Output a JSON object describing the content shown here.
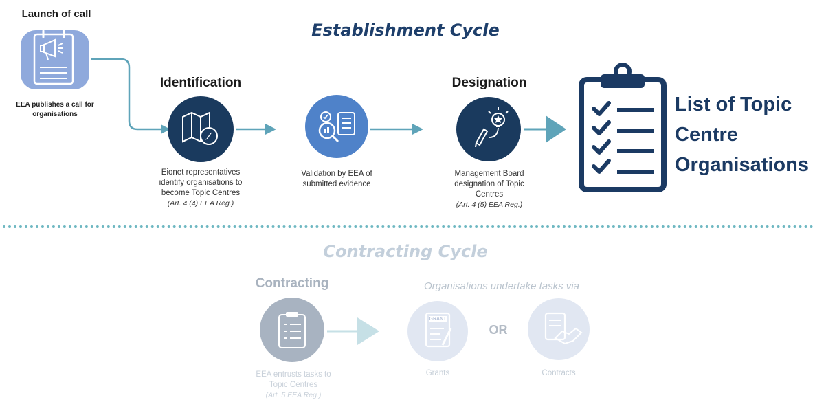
{
  "establishment": {
    "title": "Establishment Cycle",
    "launch": {
      "title": "Launch of call",
      "caption": "EEA publishes a call for organisations"
    },
    "identification": {
      "title": "Identification",
      "caption_lines": [
        "Eionet representatives",
        "identify organisations to",
        "become Topic Centres"
      ],
      "reference": "(Art. 4 (4) EEA Reg.)"
    },
    "validation": {
      "caption_lines": [
        "Validation by EEA of",
        "submitted evidence"
      ]
    },
    "designation": {
      "title": "Designation",
      "caption_lines": [
        "Management Board",
        "designation of Topic",
        "Centres"
      ],
      "reference": "(Art. 4 (5)  EEA Reg.)"
    },
    "list": {
      "lines": [
        "List of Topic",
        "Centre",
        "Organisations"
      ]
    }
  },
  "contracting": {
    "title": "Contracting Cycle",
    "contracting": {
      "title": "Contracting",
      "caption_lines": [
        "EEA entrusts tasks to",
        "Topic Centres"
      ],
      "reference": "(Art. 5 EEA Reg.)"
    },
    "undertake": {
      "title": "Organisations undertake tasks via",
      "or_label": "OR",
      "grants_label": "Grants",
      "grant_icon_text": "GRANT",
      "contracts_label": "Contracts"
    }
  },
  "colors": {
    "navy": "#1a3a5e",
    "medium_blue": "#4f82c9",
    "light_blue": "#8fa9dc",
    "teal_arrow": "#5fa4b9",
    "divider": "#6fb8c2",
    "faded_text": "#c5ced7",
    "faded_circle": "#e1e7f2"
  },
  "icons": [
    "megaphone-icon",
    "map-compass-icon",
    "magnifier-chart-icon",
    "pencil-lightbulb-icon",
    "checklist-clipboard-icon",
    "grant-document-icon",
    "handshake-icon"
  ]
}
